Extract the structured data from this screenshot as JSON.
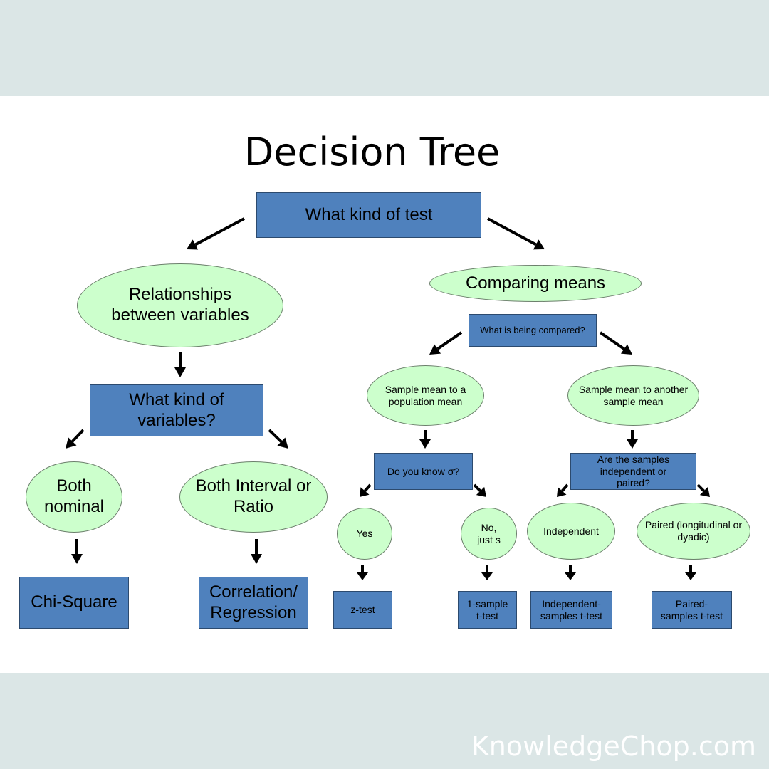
{
  "title": "Decision Tree",
  "nodes": {
    "root": "What kind of test",
    "relationships": "Relationships between variables",
    "comparing_means": "Comparing means",
    "what_kind_variables": "What kind of variables?",
    "what_compared": "What is being compared?",
    "both_nominal": "Both nominal",
    "both_interval": "Both Interval or Ratio",
    "chi_square": "Chi-Square",
    "correlation": "Correlation/ Regression",
    "sample_to_population": "Sample mean to a population mean",
    "sample_to_sample": "Sample mean to another sample mean",
    "know_sigma": "Do you know σ?",
    "independent_or_paired": "Are the samples independent or paired?",
    "yes": "Yes",
    "no_just_s": "No, just s",
    "independent": "Independent",
    "paired": "Paired (longitudinal or dyadic)",
    "z_test": "z-test",
    "one_sample": "1-sample t-test",
    "independent_samples": "Independent-samples t-test",
    "paired_samples": "Paired-samples t-test"
  },
  "watermark": "KnowledgeChop.com",
  "colors": {
    "box": "#4f81bd",
    "ellipse": "#ccffcc",
    "band": "#dbe6e6"
  }
}
